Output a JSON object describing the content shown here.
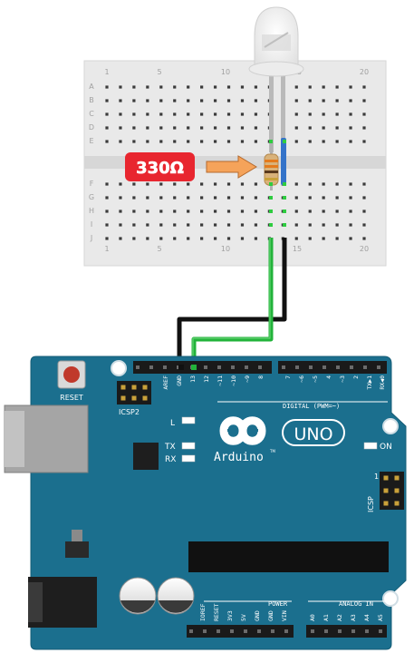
{
  "breadboard": {
    "col_labels": [
      "1",
      "5",
      "10",
      "15",
      "20"
    ],
    "row_labels_top": [
      "A",
      "B",
      "C",
      "D",
      "E"
    ],
    "row_labels_bottom": [
      "F",
      "G",
      "H",
      "I",
      "J"
    ]
  },
  "resistor": {
    "label": "330Ω",
    "label_color": "#e8262f"
  },
  "arduino": {
    "reset_label": "RESET",
    "icsp2_label": "ICSP2",
    "icsp_label": "ICSP",
    "icsp_pin1": "1",
    "led_l": "L",
    "led_tx": "TX",
    "led_rx": "RX",
    "on_label": "ON",
    "logo_text": "Arduino",
    "tm": "TM",
    "uno": "UNO",
    "digital_label": "DIGITAL (PWM=~)",
    "power_label": "POWER",
    "analog_label": "ANALOG IN",
    "top_pins": [
      "AREF",
      "GND",
      "13",
      "12",
      "~11",
      "~10",
      "~9",
      "8",
      "7",
      "~6",
      "~5",
      "4",
      "~3",
      "2",
      "TX▶1",
      "RX◀0"
    ],
    "power_pins": [
      "IOREF",
      "RESET",
      "3V3",
      "5V",
      "GND",
      "GND",
      "VIN"
    ],
    "analog_pins": [
      "A0",
      "A1",
      "A2",
      "A3",
      "A4",
      "A5"
    ],
    "board_color": "#1b6f8e"
  },
  "wires": {
    "signal_color": "#22b33a",
    "ground_color": "#111111"
  }
}
